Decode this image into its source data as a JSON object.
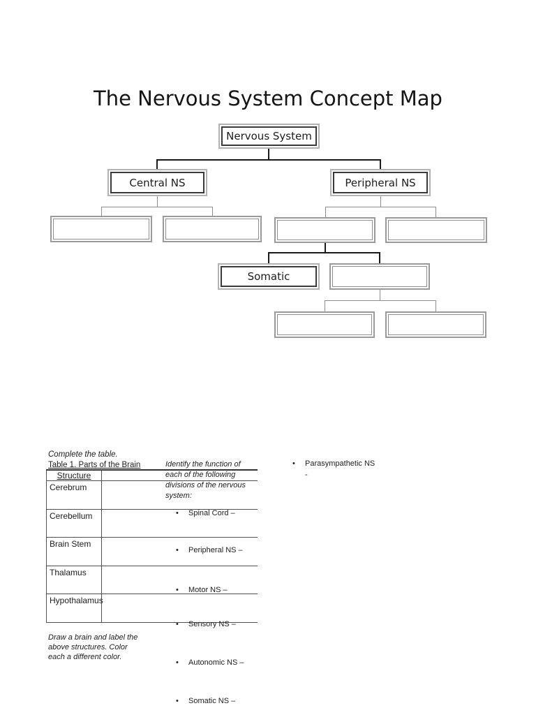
{
  "document": {
    "title": "The Nervous System Concept Map"
  },
  "concept_map": {
    "nodes": {
      "root": "Nervous System",
      "central": "Central NS",
      "peripheral": "Peripheral NS",
      "somatic": "Somatic"
    },
    "blank_box_count": 7
  },
  "table_section": {
    "instruction": "Complete the table.",
    "table_caption": "Table 1. Parts of the Brain",
    "column_header": "Structure",
    "rows": [
      "Cerebrum",
      "Cerebellum",
      "Brain Stem",
      "Thalamus",
      "Hypothalamus"
    ],
    "note_lines": [
      "Draw a brain and label the",
      "above structures. Color",
      "each a different color."
    ]
  },
  "functions_section": {
    "intro_lines": [
      "Identify the function of",
      "each of the following",
      "divisions of the nervous",
      "system:"
    ],
    "items": [
      "Spinal Cord –",
      "Peripheral NS –",
      "Motor NS –",
      "Sensory NS –",
      "Autonomic NS –",
      "Somatic NS –"
    ]
  },
  "right_section": {
    "item": "Parasympathetic NS",
    "dash": "-"
  }
}
